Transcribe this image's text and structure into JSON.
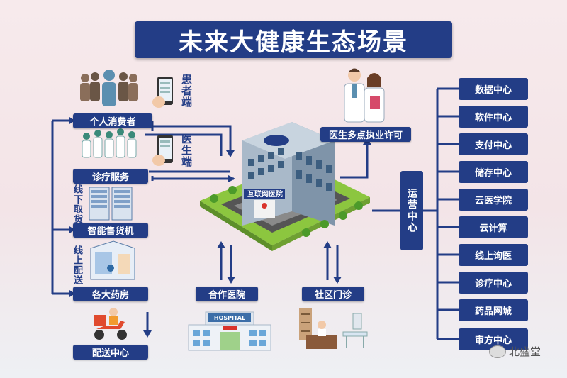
{
  "title": "未来大健康生态场景",
  "left_nodes": {
    "consumer": "个人消费者",
    "diagnosis": "诊疗服务",
    "vending": "智能售货机",
    "pharmacy": "各大药房",
    "delivery": "配送中心"
  },
  "side_labels": {
    "patient": "患者端",
    "doctor": "医生端",
    "offline_pickup": "线下取货",
    "online_delivery": "线上配送"
  },
  "center": {
    "hospital_sign": "互联网医院",
    "license": "医生多点执业许可",
    "partner_hospital": "合作医院",
    "community_clinic": "社区门诊",
    "hospital_building_sign": "HOSPITAL"
  },
  "ops_center": "运营中心",
  "right_items": [
    "数据中心",
    "软件中心",
    "支付中心",
    "储存中心",
    "云医学院",
    "云计算",
    "线上询医",
    "诊疗中心",
    "药品网城",
    "审方中心"
  ],
  "watermark": "北盛堂"
}
